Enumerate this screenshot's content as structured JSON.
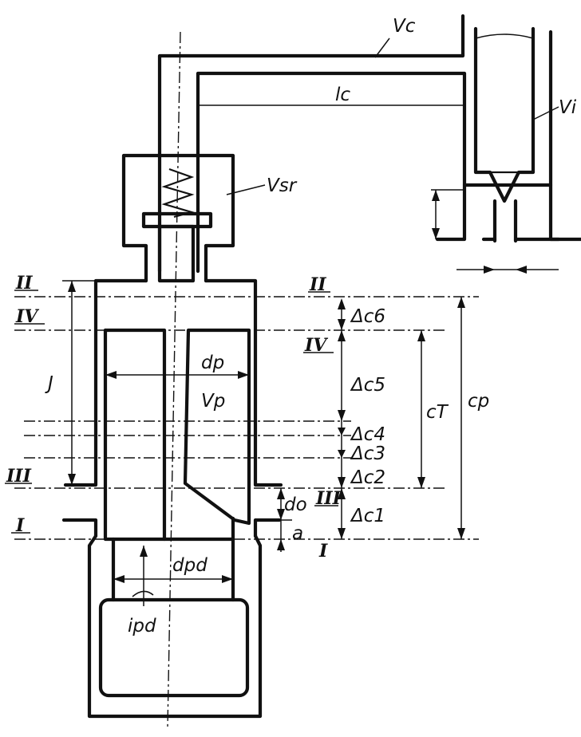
{
  "labels": {
    "vc": "Vc",
    "lc": "lc",
    "vi": "Vi",
    "vsr": "Vsr",
    "dp": "dp",
    "vp": "Vp",
    "j": "J",
    "dpd": "dpd",
    "ipd": "ipd",
    "do": "do",
    "a": "a",
    "ct": "cT",
    "cp": "cp",
    "dc6": "Δc6",
    "dc5": "Δc5",
    "dc4": "Δc4",
    "dc3": "Δc3",
    "dc2": "Δc2",
    "dc1": "Δc1"
  },
  "sections": {
    "i_left": "I",
    "i_right": "I",
    "ii_left": "II",
    "ii_right": "II",
    "iii_left": "III",
    "iii_right": "III",
    "iv_left": "IV",
    "iv_right": "IV"
  }
}
